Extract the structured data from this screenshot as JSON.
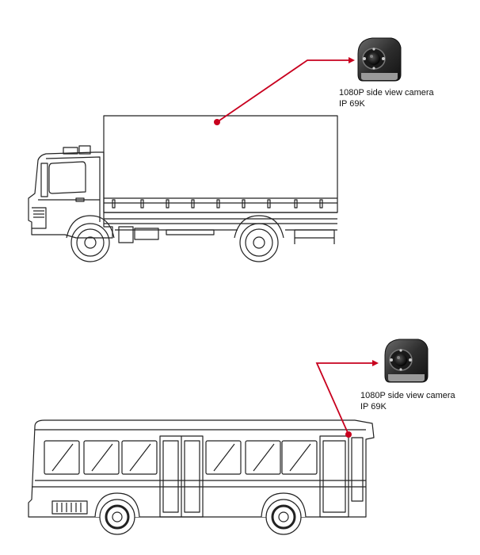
{
  "truck_section": {
    "camera_label": "1080P side view camera",
    "rating_label": "IP 69K"
  },
  "bus_section": {
    "camera_label": "1080P side view camera",
    "rating_label": "IP 69K"
  },
  "colors": {
    "pointer_line": "#c8001e",
    "outline": "#222222",
    "camera_body": "#2a2a2a"
  },
  "icons": [
    "side-view-camera-icon",
    "truck-outline",
    "bus-outline"
  ]
}
